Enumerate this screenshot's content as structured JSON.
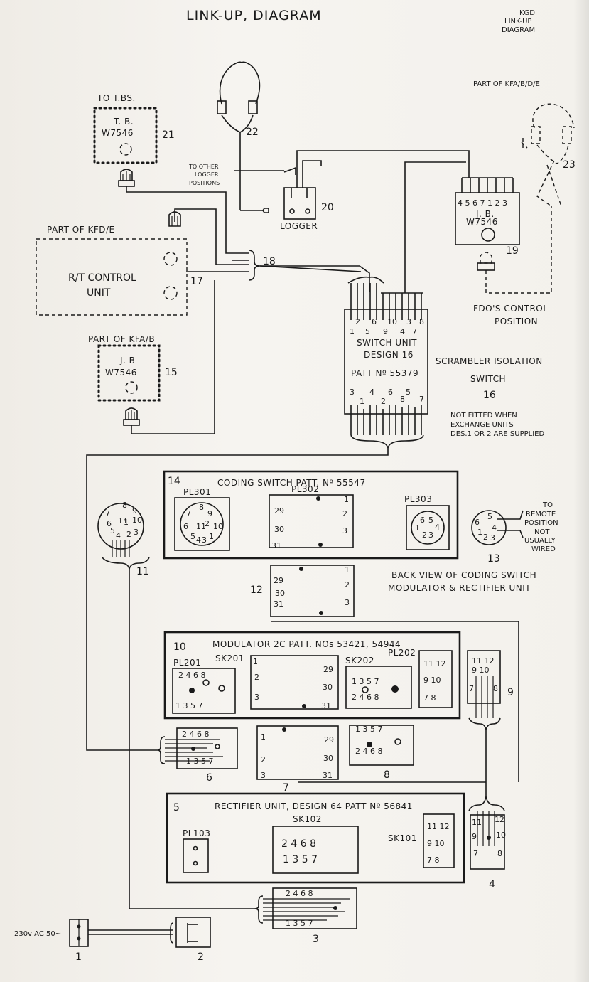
{
  "header": {
    "title": "LINK-UP, DIAGRAM",
    "corner_note": [
      "KGD",
      "LINK-UP",
      "DIAGRAM"
    ]
  },
  "top": {
    "to_tbs": "TO T.BS.",
    "tb_box": {
      "line1": "T. B.",
      "line2": "W7546",
      "num": "21"
    },
    "headset_left_num": "22",
    "to_other_logger": [
      "TO OTHER",
      "LOGGER",
      "POSITIONS"
    ],
    "logger": {
      "label": "LOGGER",
      "num": "20"
    },
    "part_of_kfa_bde": "PART OF KFA/B/D/E",
    "headset_right_num": "23",
    "jb19": {
      "pins": "4 5 6 7 1 2 3",
      "line1": "J. B.",
      "line2": "W7546",
      "num": "19"
    },
    "fdo_control": [
      "FDO'S CONTROL",
      "POSITION"
    ]
  },
  "mid": {
    "part_of_kfd_e": "PART OF KFD/E",
    "rt_control": {
      "line1": "R/T CONTROL",
      "line2": "UNIT",
      "num": "17"
    },
    "cable_18": "18",
    "part_of_kfa_b": "PART OF KFA/B",
    "jb15": {
      "line1": "J. B",
      "line2": "W7546",
      "num": "15"
    },
    "switch_unit": {
      "top_pins_upper": [
        "2",
        "6",
        "10",
        "3",
        "8"
      ],
      "top_pins_lower": [
        "1",
        "5",
        "9",
        "4",
        "7"
      ],
      "line1": "SWITCH UNIT",
      "line2": "DESIGN 16",
      "line3": "PATT Nº 55379",
      "bottom_pins_upper": [
        "3",
        "4",
        "6",
        "5"
      ],
      "bottom_pins_lower": [
        "1",
        "2",
        "8",
        "7"
      ]
    },
    "scrambler": [
      "SCRAMBLER ISOLATION",
      "SWITCH",
      "16"
    ],
    "not_fitted": [
      "NOT FITTED WHEN",
      "EXCHANGE UNITS",
      "DES.1 OR 2 ARE SUPPLIED"
    ]
  },
  "coding": {
    "num": "14",
    "title": "CODING   SWITCH   PATT. Nº 55547",
    "pl301": "PL301",
    "pl301_pins": [
      "7",
      "8",
      "9",
      "10",
      "6",
      "2",
      "1",
      "5",
      "4",
      "3",
      "11"
    ],
    "pl302": "PL302",
    "pl302_nums": [
      "1",
      "29",
      "2",
      "30",
      "3",
      "31"
    ],
    "pl303": "PL303",
    "pl303_pins": [
      "6",
      "5",
      "4",
      "1",
      "2",
      "3"
    ],
    "plug11_pins": [
      "7",
      "8",
      "9",
      "10",
      "6",
      "5",
      "1",
      "4",
      "3",
      "2",
      "11"
    ],
    "plug11_num": "11",
    "plug13_pins": [
      "6",
      "5",
      "4",
      "1",
      "2",
      "3"
    ],
    "plug13_num": "13",
    "to_remote": [
      "TO",
      "REMOTE",
      "POSITION"
    ],
    "not_usually": [
      "NOT",
      "USUALLY",
      "WIRED"
    ],
    "plug12_nums": [
      "1",
      "29",
      "2",
      "30",
      "3",
      "31"
    ],
    "plug12_num": "12",
    "back_view": [
      "BACK VIEW OF CODING SWITCH",
      "MODULATOR & RECTIFIER UNIT"
    ]
  },
  "modulator": {
    "num": "10",
    "title": "MODULATOR 2C PATT. NOs 53421, 54944",
    "pl201": "PL201",
    "pl201_top": "2  4  6  8",
    "pl201_bottom": "1  3  5  7",
    "sk201": "SK201",
    "sk201_nums": [
      "1",
      "29",
      "2",
      "30",
      "3",
      "31"
    ],
    "sk202": "SK202",
    "sk202_top": "1  3  5  7",
    "sk202_bottom": "2  4  6  8",
    "pl202": "PL202",
    "pl202_rows": [
      "11 12",
      "9 10",
      "7 8"
    ],
    "plug9_top": "11 12",
    "plug9_mid": "9 10",
    "plug9_side": [
      "7",
      "8"
    ],
    "plug9_num": "9",
    "plug6_top": "2  4  6  8",
    "plug6_bottom": "1  3  5  7",
    "plug6_num": "6",
    "plug7_nums": [
      "1",
      "29",
      "2",
      "30",
      "3",
      "31"
    ],
    "plug7_num": "7",
    "plug8_top": "1  3  5  7",
    "plug8_bottom": "2  4  6  8",
    "plug8_num": "8"
  },
  "rectifier": {
    "num": "5",
    "title": "RECTIFIER UNIT, DESIGN 64 PATT Nº 56841",
    "pl103": "PL103",
    "sk102": "SK102",
    "sk102_top": "2  4  6  8",
    "sk102_bottom": "1  3  5  7",
    "sk101": "SK101",
    "sk101_rows": [
      "11 12",
      "9 10",
      "7 8"
    ],
    "plug4_pins": [
      "11",
      "12",
      "9",
      "10",
      "7",
      "8"
    ],
    "plug4_num": "4",
    "plug3_top": "2  4  6  8",
    "plug3_bottom": "1  3  5  7",
    "plug3_num": "3",
    "mains": "230v AC 50~",
    "mains_num": "1",
    "plug2_num": "2"
  }
}
